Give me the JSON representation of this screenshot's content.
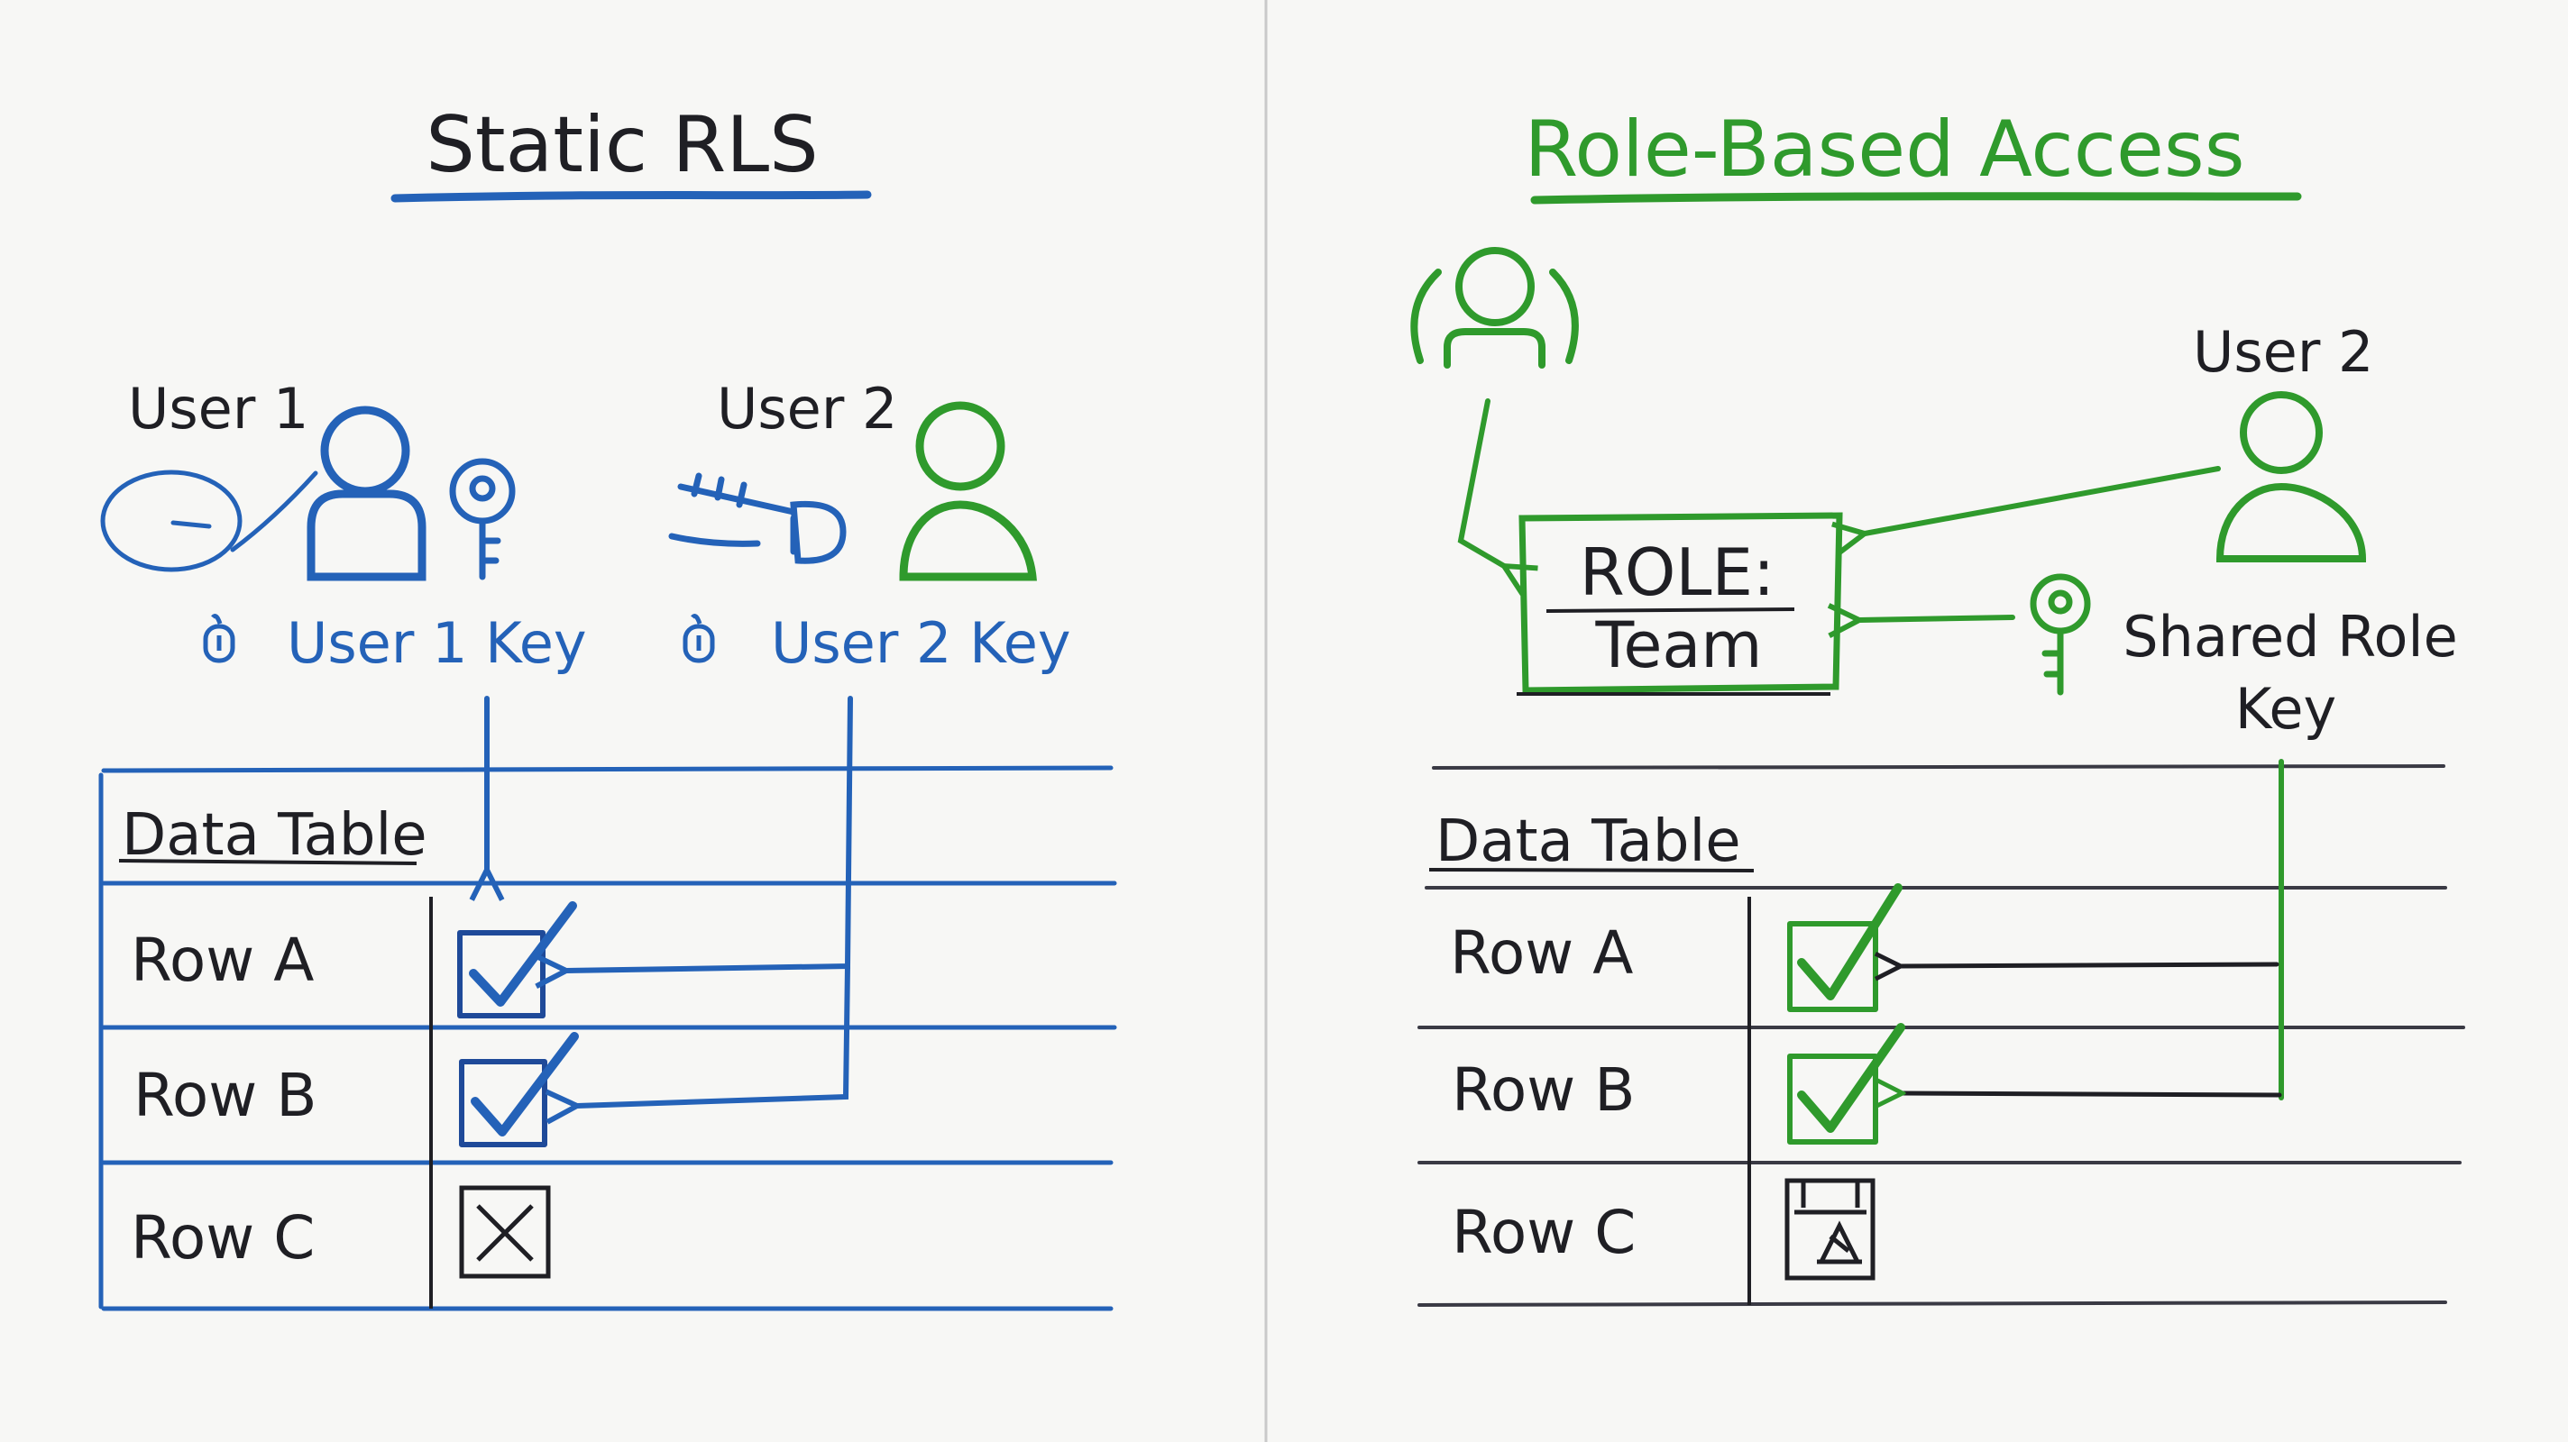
{
  "colors": {
    "blue": "#2462b8",
    "green": "#2f9a2c",
    "ink": "#1f1f24",
    "divider": "#c9c9c9"
  },
  "left": {
    "title": "Static RLS",
    "user1": "User 1",
    "user2": "User 2",
    "user1_key": "User 1 Key",
    "user2_key": "User 2 Key",
    "table_label": "Data Table",
    "rows": [
      {
        "label": "Row A",
        "access": "allowed"
      },
      {
        "label": "Row B",
        "access": "allowed"
      },
      {
        "label": "Row C",
        "access": "denied"
      }
    ]
  },
  "right": {
    "title": "Role-Based Access",
    "user2": "User 2",
    "role_line1": "ROLE:",
    "role_line2": "Team",
    "shared_key_line1": "Shared Role",
    "shared_key_line2": "Key",
    "table_label": "Data Table",
    "rows": [
      {
        "label": "Row A",
        "access": "allowed"
      },
      {
        "label": "Row B",
        "access": "allowed"
      },
      {
        "label": "Row C",
        "access": "locked"
      }
    ]
  }
}
